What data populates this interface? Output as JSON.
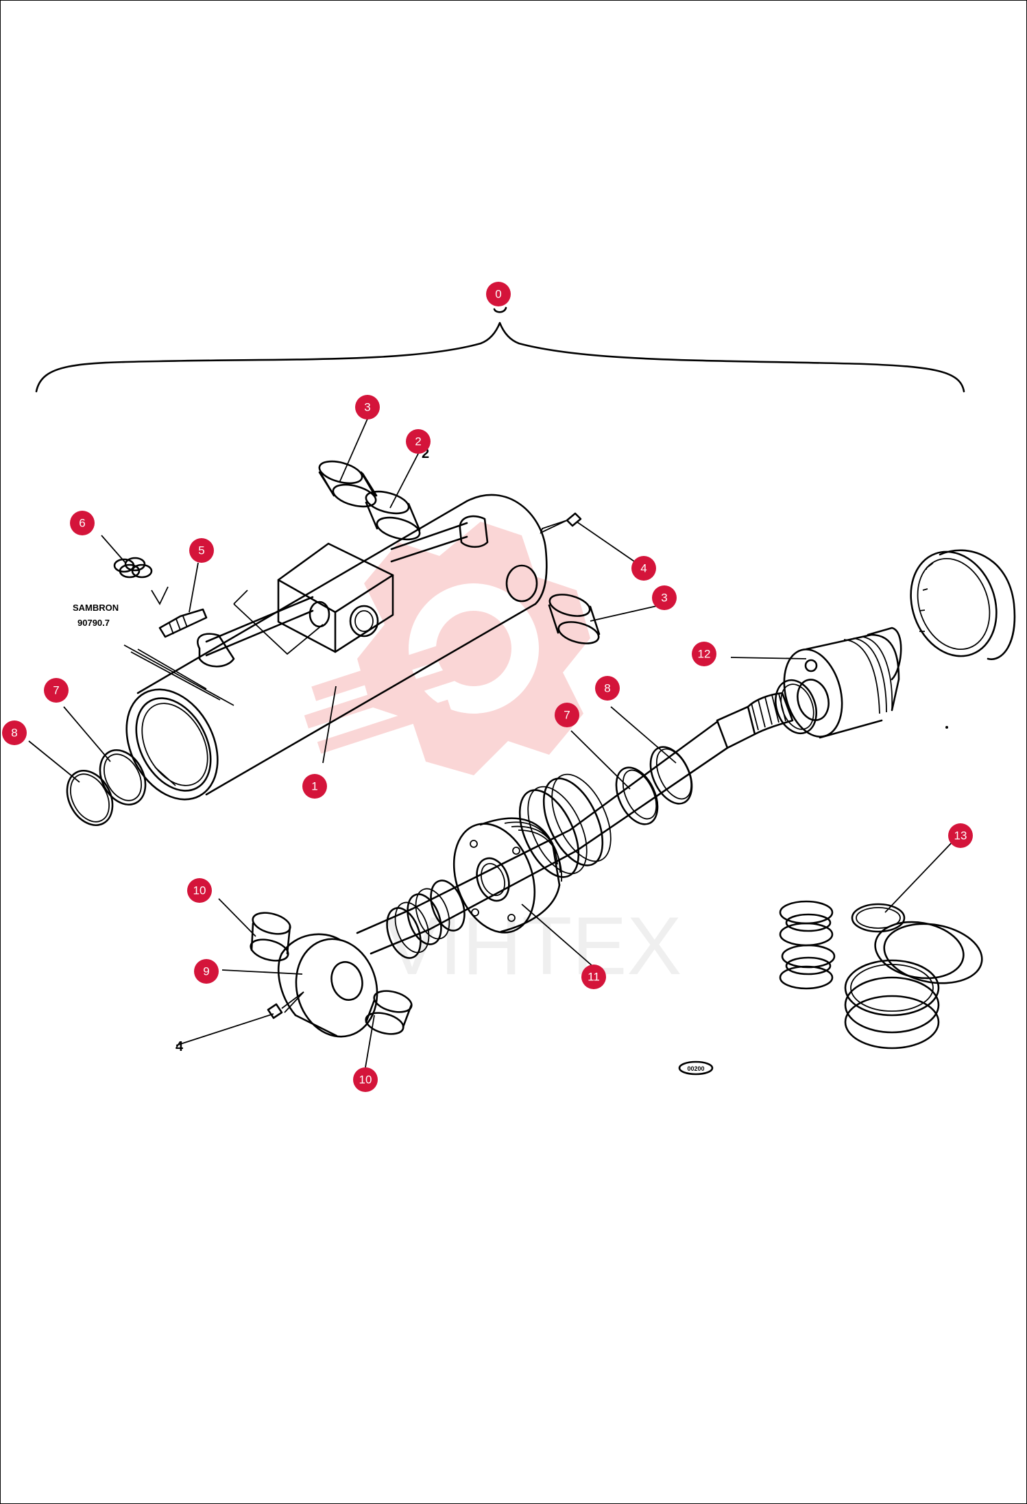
{
  "colors": {
    "badge": "#d4143a",
    "watermark": "#f4a3a3",
    "line": "#000000"
  },
  "watermark": {
    "text": "VIHTEX",
    "icon": "gear-logo-icon"
  },
  "stamp": {
    "line1": "SAMBRON",
    "line2": "90790.7"
  },
  "small_label": "00200",
  "part_labels": [
    "4",
    "2"
  ],
  "callouts": [
    "0",
    "3",
    "2",
    "6",
    "5",
    "4",
    "3",
    "12",
    "7",
    "8",
    "8",
    "7",
    "1",
    "13",
    "10",
    "9",
    "11",
    "10"
  ]
}
